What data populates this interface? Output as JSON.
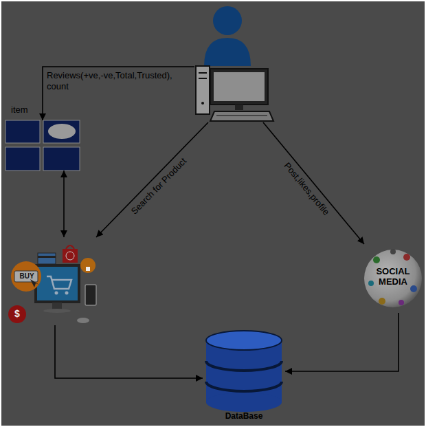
{
  "diagram": {
    "nodes": [
      {
        "text": []
      },
      {
        "text": [
          "item"
        ]
      },
      {
        "text": [
          "BUY",
          "$"
        ]
      },
      {
        "text": [
          "SOCIAL MEDIA"
        ]
      },
      {
        "text": [
          "DataBase"
        ]
      }
    ],
    "edges": [
      {
        "from": 0,
        "to": 1,
        "arrow": "to",
        "label": "Reviews(+ve,-ve,Total,Trusted), count"
      },
      {
        "from": 1,
        "to": 2,
        "arrow": "both"
      },
      {
        "from": 0,
        "to": 2,
        "arrow": "to",
        "label": "Search for Product"
      },
      {
        "from": 0,
        "to": 3,
        "arrow": "to",
        "label": "Post,likes,profile"
      },
      {
        "from": 2,
        "to": 4,
        "arrow": "to"
      },
      {
        "from": 3,
        "to": 4,
        "arrow": "to"
      }
    ]
  }
}
